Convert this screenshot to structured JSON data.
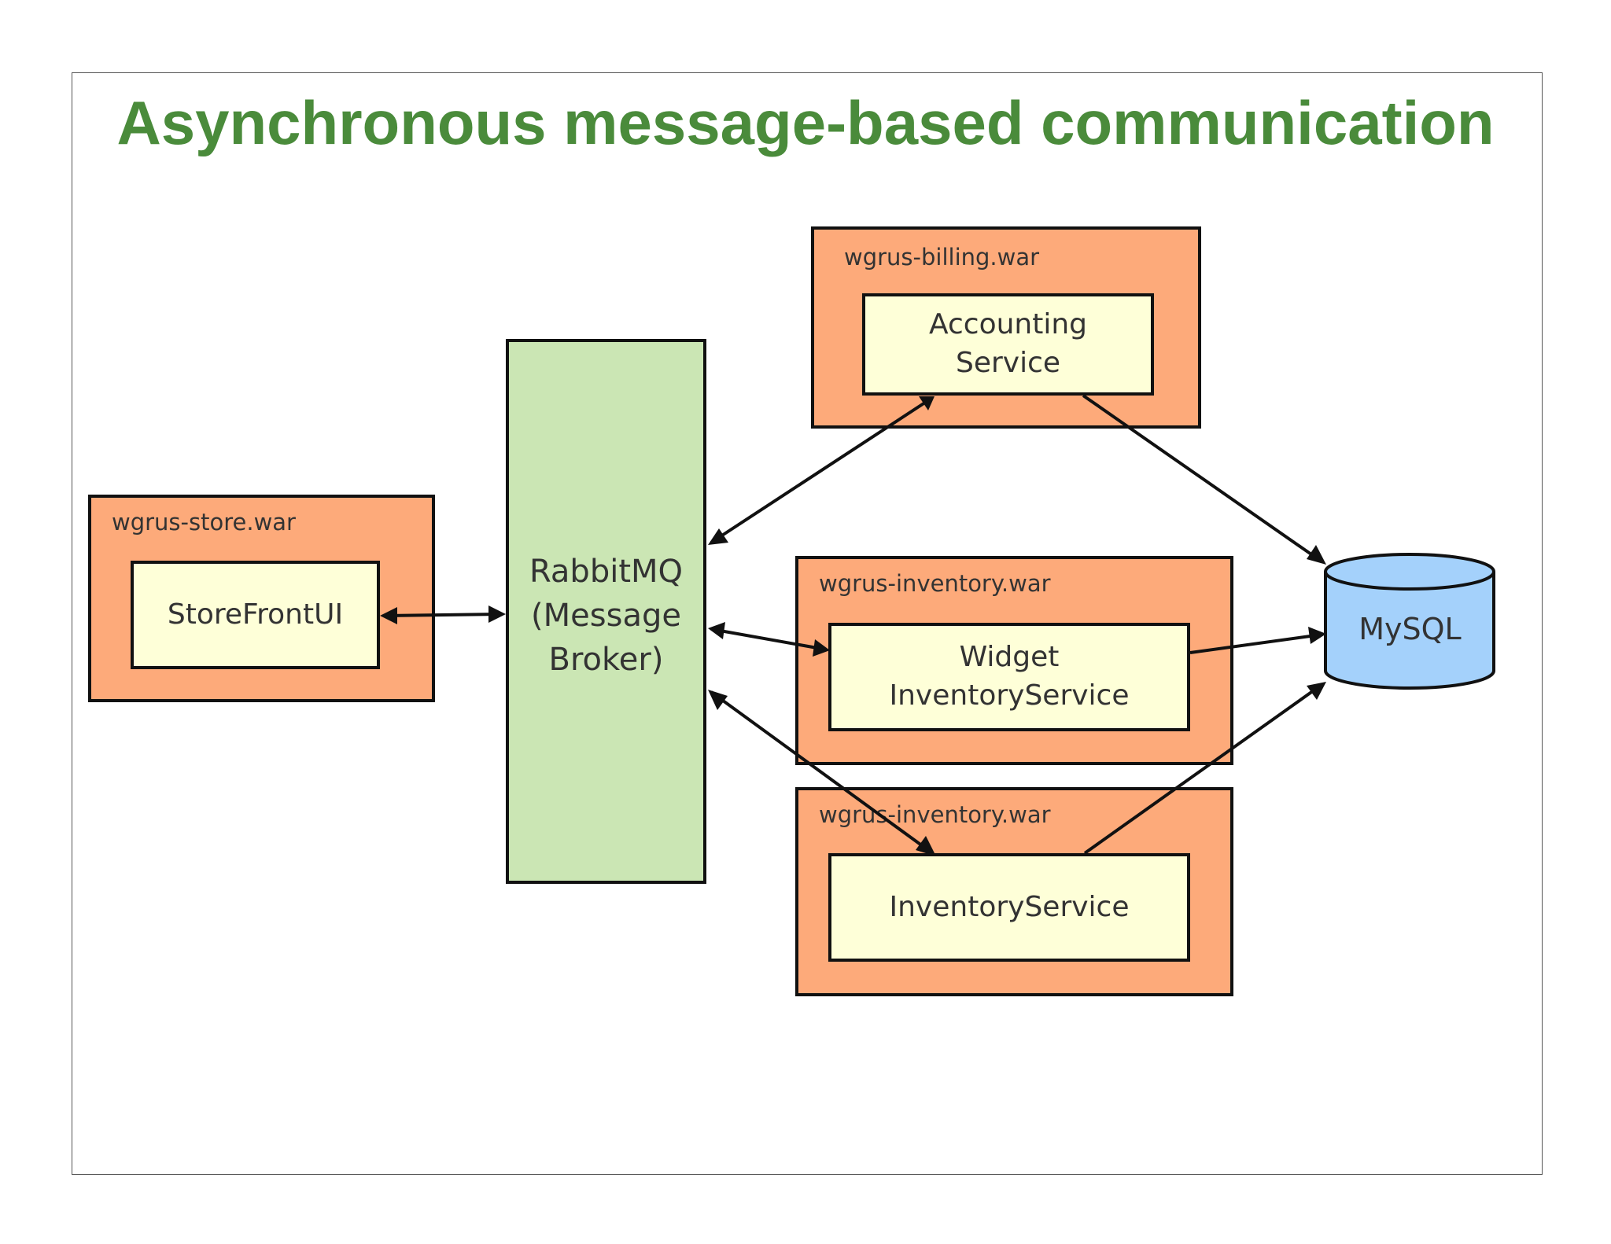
{
  "title": "Asynchronous message-based communication",
  "nodes": {
    "store_war": "wgrus-store.war",
    "store_front": "StoreFrontUI",
    "broker": "RabbitMQ\n(Message\nBroker)",
    "billing_war": "wgrus-billing.war",
    "accounting": "Accounting\nService",
    "inventory_war_1": "wgrus-inventory.war",
    "widget_inventory": "Widget\nInventoryService",
    "inventory_war_2": "wgrus-inventory.war",
    "inventory_service": "InventoryService",
    "database": "MySQL"
  },
  "edges": [
    {
      "from": "StoreFrontUI",
      "to": "RabbitMQ",
      "direction": "both"
    },
    {
      "from": "RabbitMQ",
      "to": "Accounting Service",
      "direction": "both"
    },
    {
      "from": "RabbitMQ",
      "to": "Widget InventoryService",
      "direction": "both"
    },
    {
      "from": "RabbitMQ",
      "to": "InventoryService",
      "direction": "both"
    },
    {
      "from": "Accounting Service",
      "to": "MySQL",
      "direction": "forward"
    },
    {
      "from": "Widget InventoryService",
      "to": "MySQL",
      "direction": "forward"
    },
    {
      "from": "InventoryService",
      "to": "MySQL",
      "direction": "forward"
    }
  ],
  "colors": {
    "title": "#4a8b3b",
    "war": "#fdaa7a",
    "service": "#feffd8",
    "broker": "#cbe6b4",
    "database": "#a4d1fb"
  }
}
